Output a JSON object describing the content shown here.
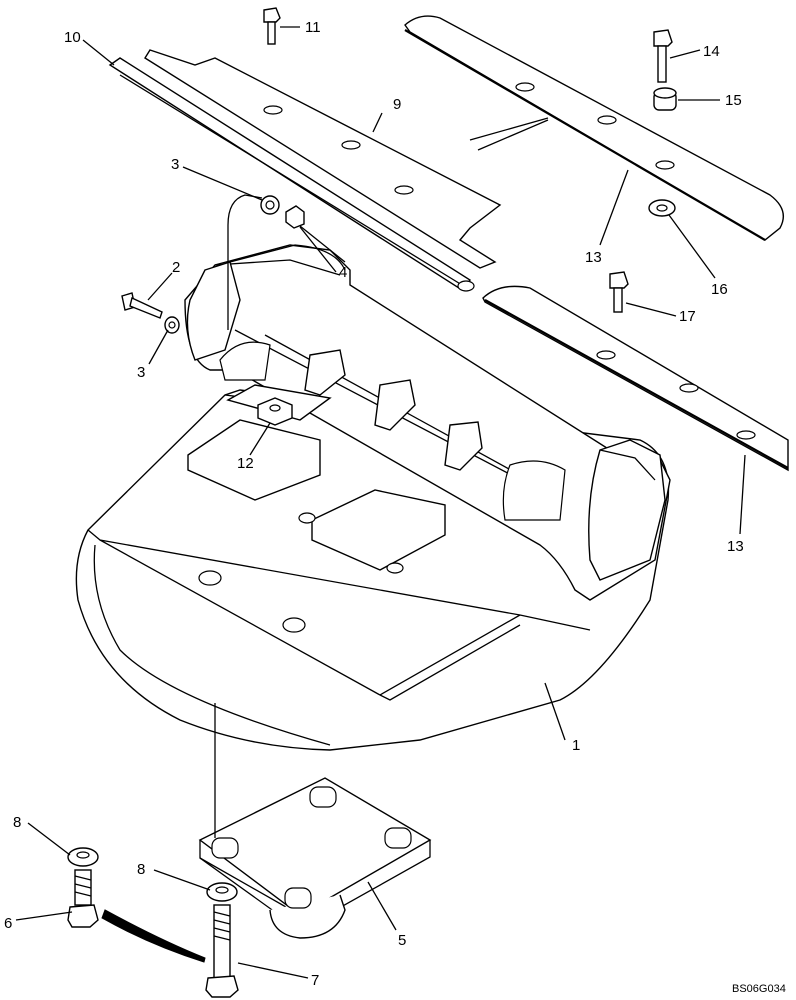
{
  "callouts": [
    {
      "id": "c1",
      "label": "1"
    },
    {
      "id": "c2",
      "label": "2"
    },
    {
      "id": "c3a",
      "label": "3"
    },
    {
      "id": "c3b",
      "label": "3"
    },
    {
      "id": "c4",
      "label": "4"
    },
    {
      "id": "c5",
      "label": "5"
    },
    {
      "id": "c6",
      "label": "6"
    },
    {
      "id": "c7",
      "label": "7"
    },
    {
      "id": "c8a",
      "label": "8"
    },
    {
      "id": "c8b",
      "label": "8"
    },
    {
      "id": "c9",
      "label": "9"
    },
    {
      "id": "c10",
      "label": "10"
    },
    {
      "id": "c11",
      "label": "11"
    },
    {
      "id": "c12",
      "label": "12"
    },
    {
      "id": "c13a",
      "label": "13"
    },
    {
      "id": "c13b",
      "label": "13"
    },
    {
      "id": "c14",
      "label": "14"
    },
    {
      "id": "c15",
      "label": "15"
    },
    {
      "id": "c16",
      "label": "16"
    },
    {
      "id": "c17",
      "label": "17"
    }
  ],
  "drawing_code": "BS06G034"
}
